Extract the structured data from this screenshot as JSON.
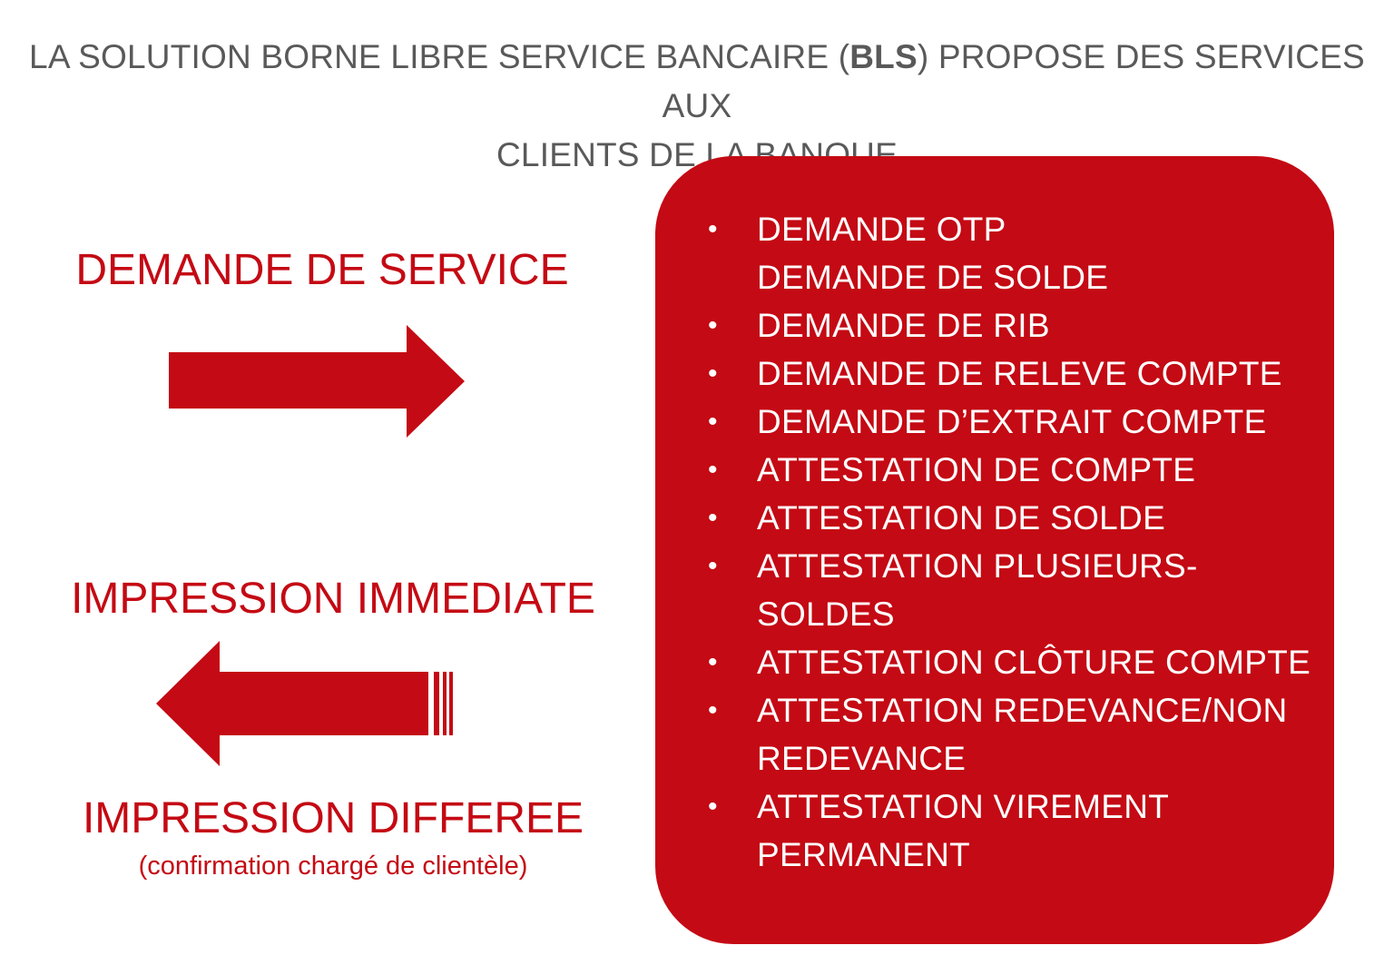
{
  "title": {
    "line1_before": "LA SOLUTION BORNE LIBRE SERVICE BANCAIRE (",
    "line1_bold": "BLS",
    "line1_after": ") PROPOSE DES SERVICES AUX",
    "line2": "CLIENTS DE LA BANQUE"
  },
  "left": {
    "service_request": "DEMANDE DE SERVICE",
    "immediate_print": "IMPRESSION IMMEDIATE",
    "deferred_print": "IMPRESSION DIFFEREE",
    "deferred_note": "(confirmation chargé de clientèle)"
  },
  "services": {
    "bullet": "•",
    "items": [
      {
        "line1": "DEMANDE OTP",
        "line2": "DEMANDE DE SOLDE"
      },
      {
        "line1": "DEMANDE DE RIB",
        "line2": ""
      },
      {
        "line1": "DEMANDE DE RELEVE COMPTE",
        "line2": ""
      },
      {
        "line1": "DEMANDE D’EXTRAIT COMPTE",
        "line2": ""
      },
      {
        "line1": "ATTESTATION DE COMPTE",
        "line2": ""
      },
      {
        "line1": "ATTESTATION DE SOLDE",
        "line2": ""
      },
      {
        "line1": "ATTESTATION PLUSIEURS-",
        "line2": "SOLDES"
      },
      {
        "line1": "ATTESTATION CLÔTURE COMPTE",
        "line2": ""
      },
      {
        "line1": "ATTESTATION REDEVANCE/NON",
        "line2": "REDEVANCE"
      },
      {
        "line1": "ATTESTATION VIREMENT",
        "line2": "PERMANENT"
      }
    ]
  },
  "colors": {
    "accent": "#c40a14",
    "title_text": "#595959",
    "box_text": "#ffffff"
  },
  "icons": {
    "request_arrow": "arrow-right-icon",
    "print_arrow": "striped-arrow-left-icon"
  }
}
